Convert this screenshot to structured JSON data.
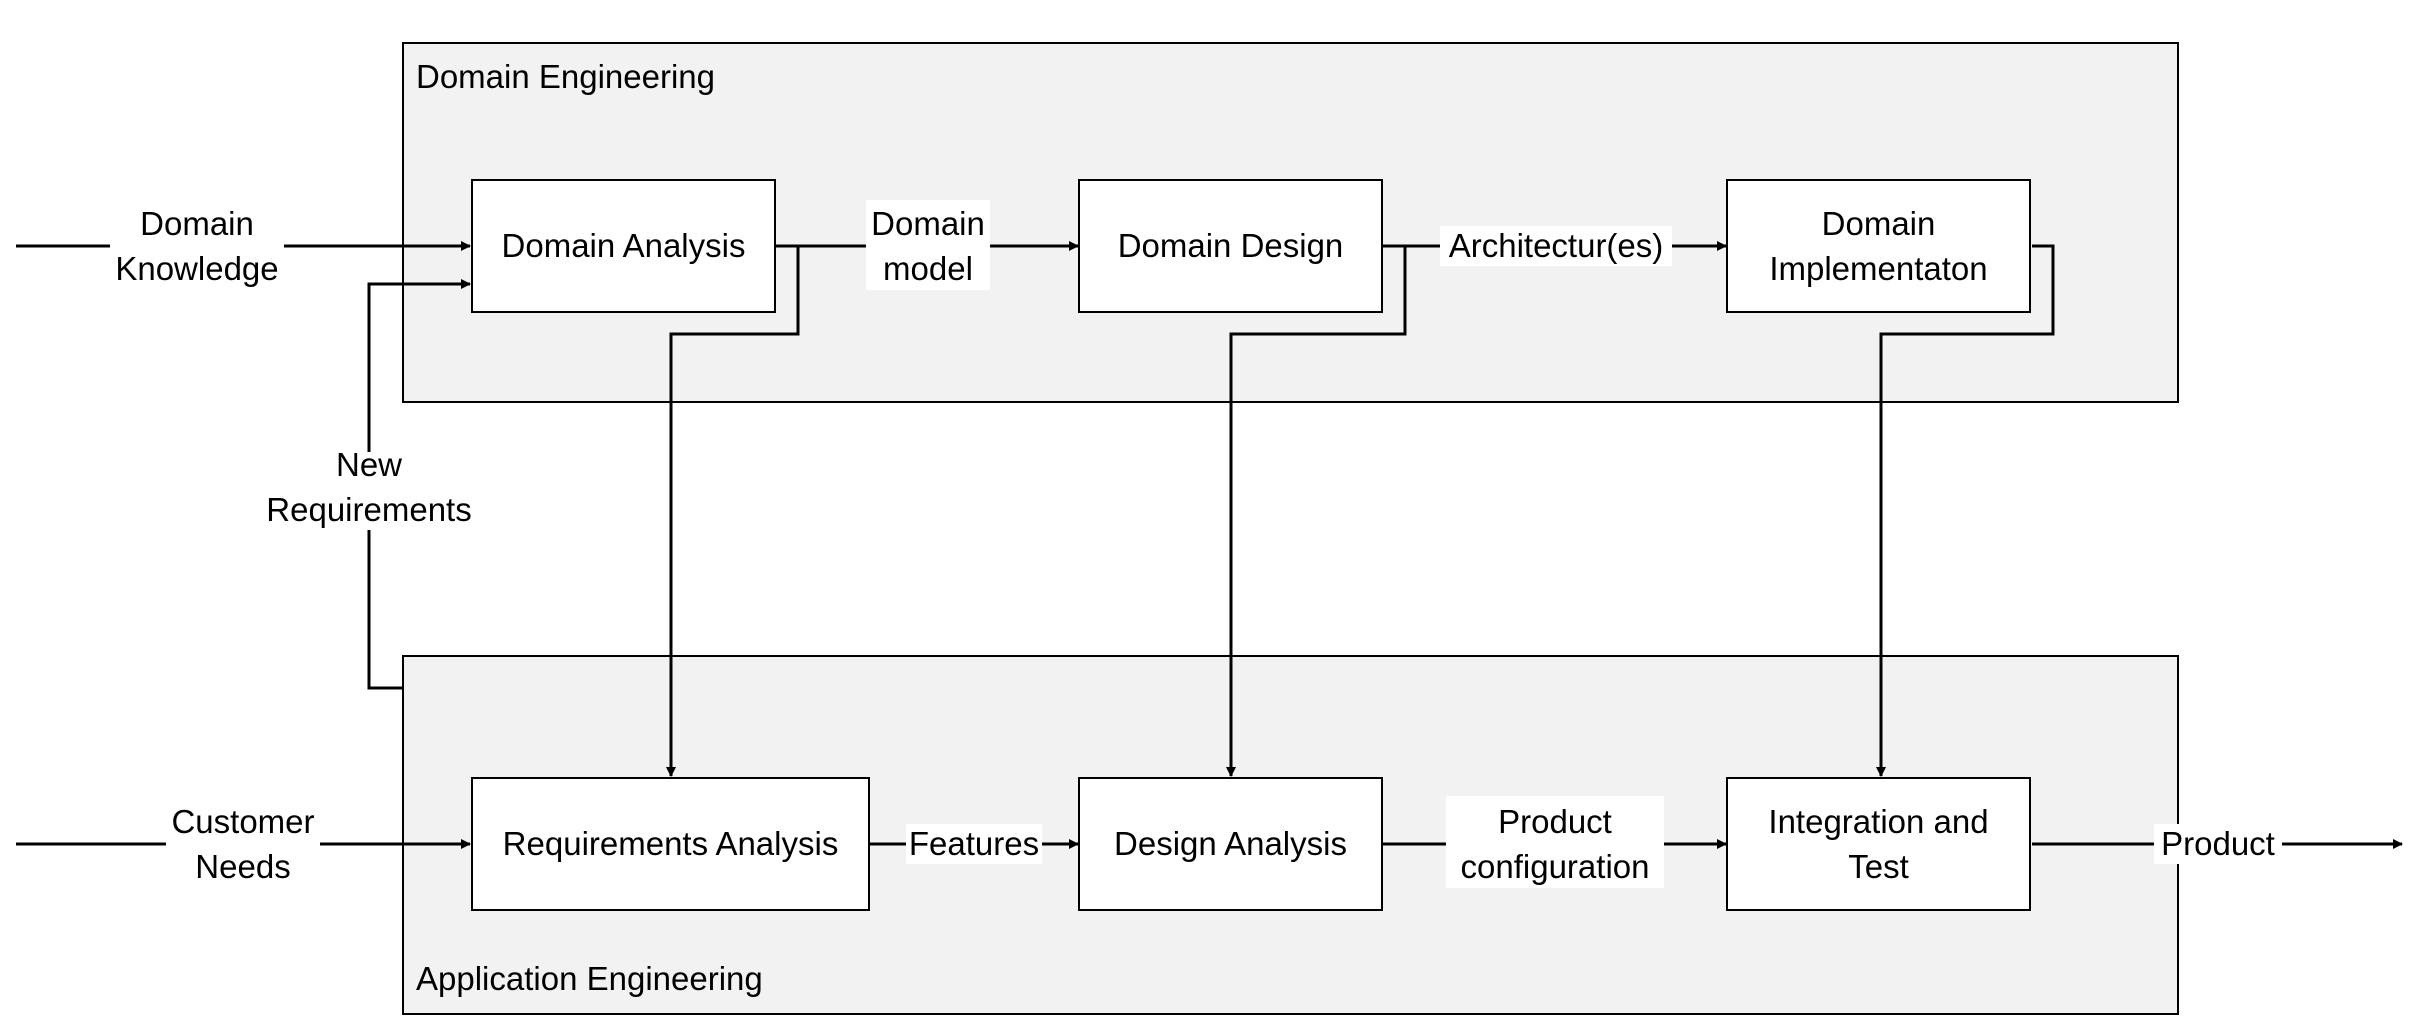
{
  "groups": {
    "domain_engineering": "Domain Engineering",
    "application_engineering": "Application Engineering"
  },
  "processes": {
    "domain_analysis": "Domain Analysis",
    "domain_design": "Domain Design",
    "domain_implementation": [
      "Domain",
      "Implementaton"
    ],
    "requirements_analysis": "Requirements Analysis",
    "design_analysis": "Design Analysis",
    "integration_and_test": [
      "Integration and",
      "Test"
    ]
  },
  "flows": {
    "domain_knowledge": [
      "Domain",
      "Knowledge"
    ],
    "domain_model": [
      "Domain",
      "model"
    ],
    "architectures": "Architectur(es)",
    "new_requirements": [
      "New",
      "Requirements"
    ],
    "customer_needs": [
      "Customer",
      "Needs"
    ],
    "features": "Features",
    "product_configuration": [
      "Product",
      "configuration"
    ],
    "product": "Product"
  }
}
